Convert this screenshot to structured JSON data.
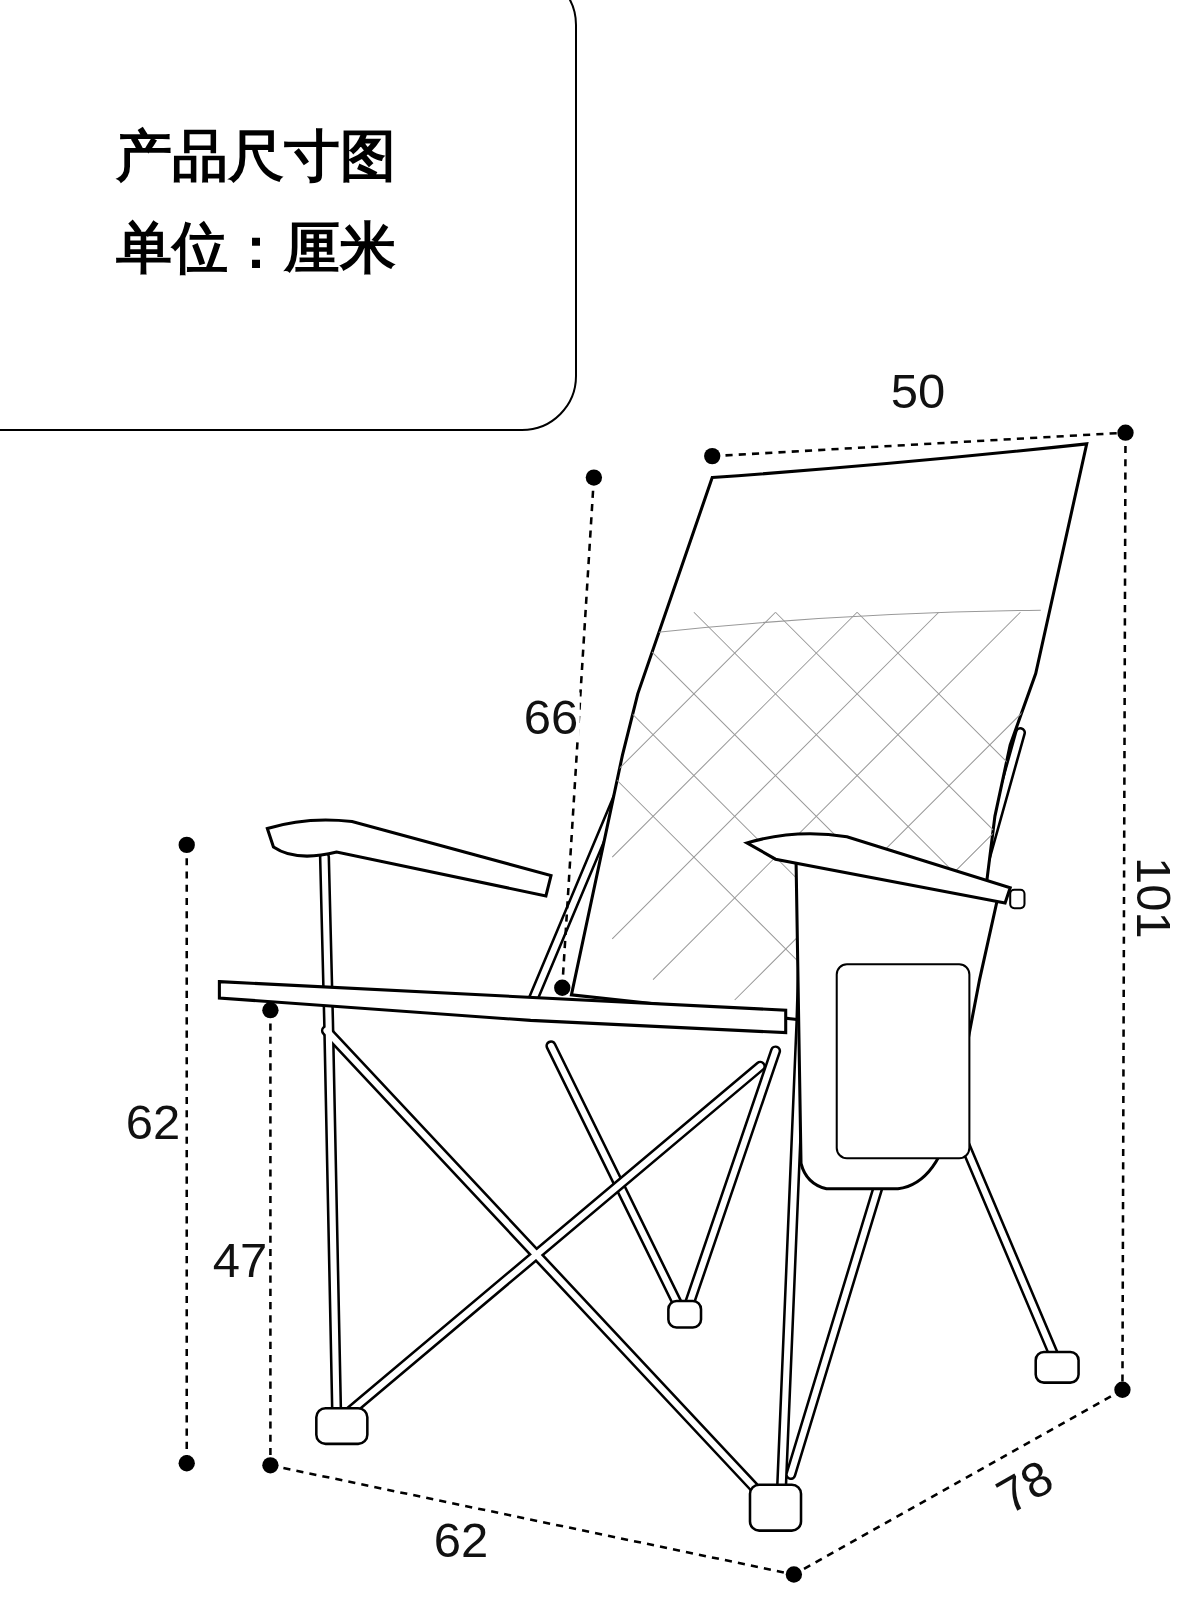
{
  "diagram": {
    "nodes": [
      {
        "text": [
          "产品尺寸图",
          "单位：厘米"
        ]
      }
    ],
    "labels": [
      "50",
      "66",
      "62",
      "47",
      "101",
      "62",
      "78"
    ]
  }
}
